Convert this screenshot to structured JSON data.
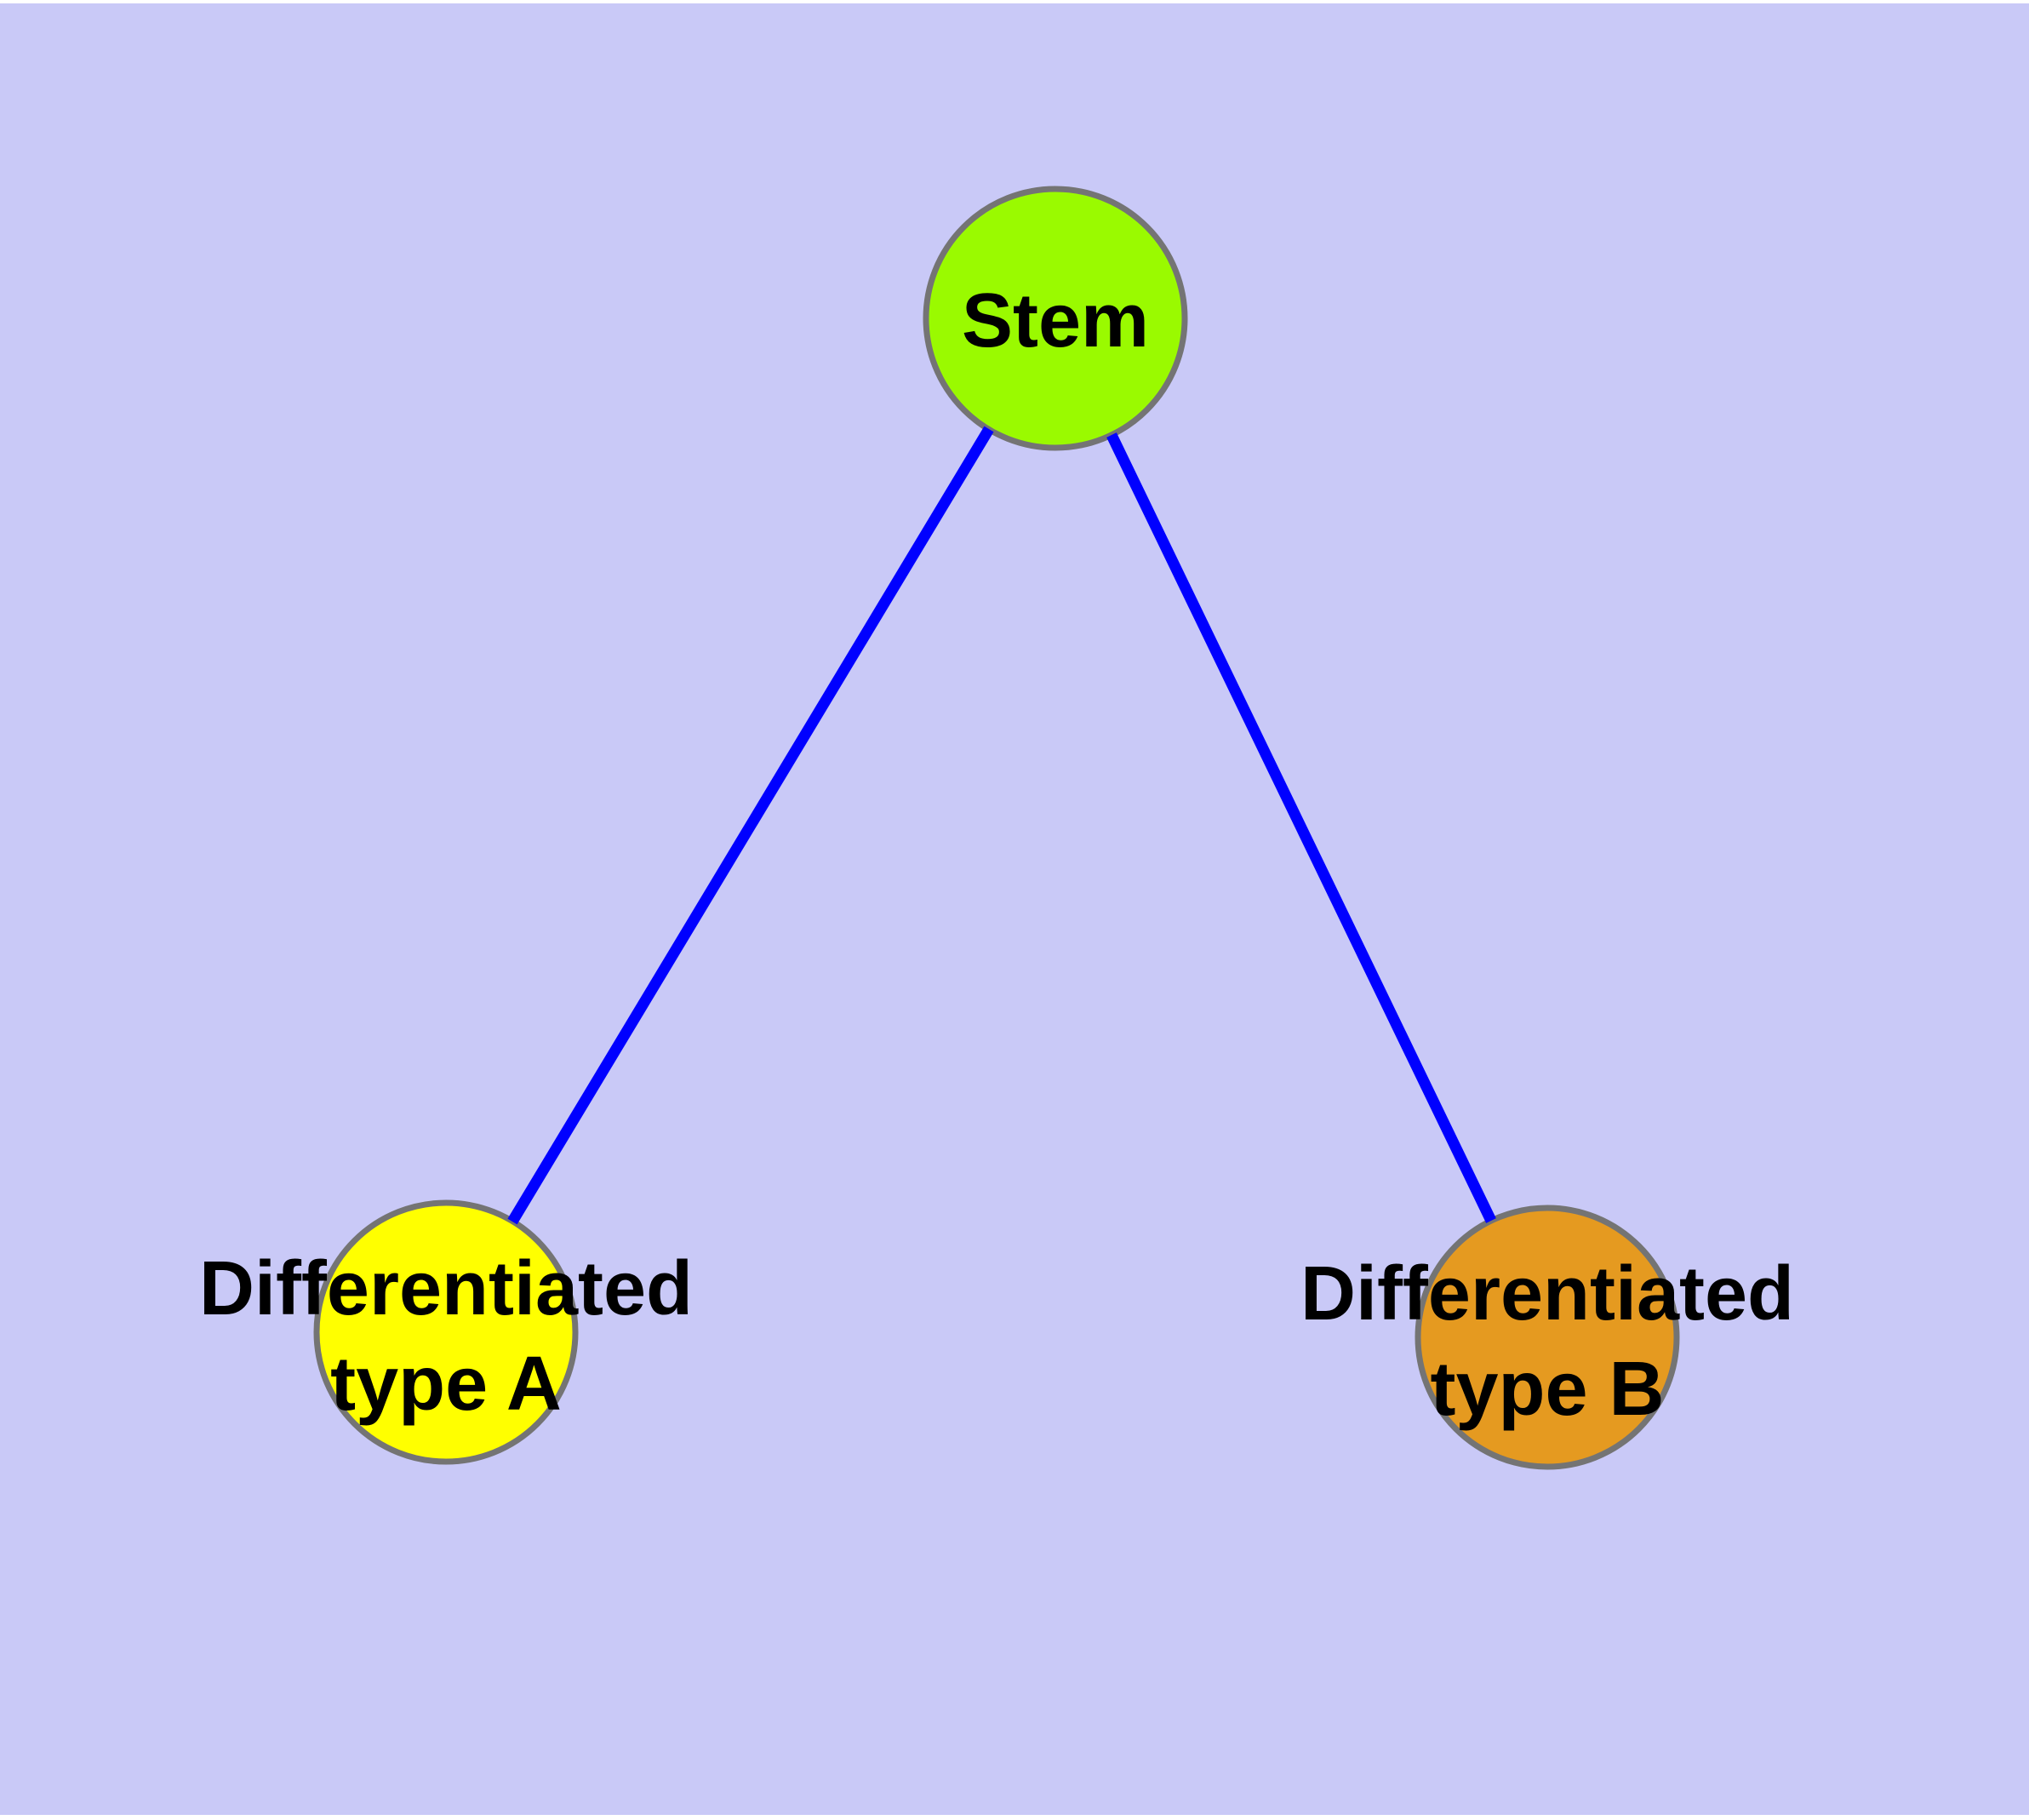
{
  "diagram": {
    "background_color": "#C9C9F7",
    "canvas_color": "#FFFFFF",
    "nodes": {
      "stem": {
        "label": "Stem",
        "fill": "#9AFA00",
        "stroke": "#747474",
        "text_color": "#000000"
      },
      "type_a": {
        "label_line1": "Differentiated",
        "label_line2": "type A",
        "fill": "#FFFF00",
        "stroke": "#747474",
        "text_color": "#000000"
      },
      "type_b": {
        "label_line1": "Differentiated",
        "label_line2": "type B",
        "fill": "#E59A20",
        "stroke": "#747474",
        "text_color": "#000000"
      }
    },
    "edges": {
      "color": "#0000FF",
      "items": [
        {
          "from": "Stem",
          "to": "Differentiated type A"
        },
        {
          "from": "Stem",
          "to": "Differentiated type B"
        }
      ]
    }
  }
}
